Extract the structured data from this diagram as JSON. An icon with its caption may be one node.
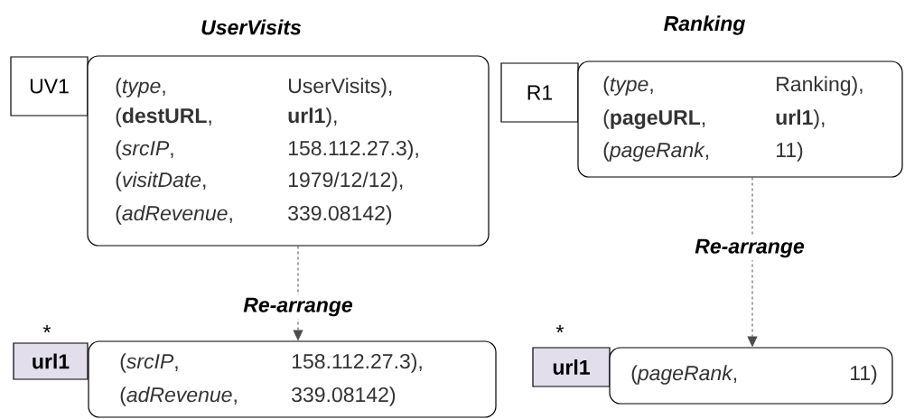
{
  "diagram": {
    "nodes": [
      {
        "text": [
          "UV1"
        ]
      },
      {
        "text": [
          "(*type*,",
          "UserVisits),",
          "(**destURL**,",
          "**url1**),",
          "(*srcIP*,",
          "158.112.27.3),",
          "(*visitDate*,",
          "1979/12/12),",
          "(*adRevenue*,",
          "339.08142)"
        ]
      },
      {
        "text": [
          "url1"
        ],
        "beside": [
          "*"
        ]
      },
      {
        "text": [
          "(*srcIP*,",
          "158.112.27.3),",
          "(*adRevenue*,",
          "339.08142)"
        ]
      },
      {
        "text": [
          "R1"
        ]
      },
      {
        "text": [
          "(*type*,",
          "Ranking),",
          "(**pageURL**,",
          "**url1**),",
          "(*pageRank*,",
          "11)"
        ]
      },
      {
        "text": [
          "url1"
        ],
        "beside": [
          "*"
        ]
      },
      {
        "text": [
          "(*pageRank*,",
          "11)"
        ]
      }
    ],
    "edges": [
      {
        "from": 1,
        "to": 3,
        "arrow": "to",
        "label": "Re-arrange",
        "style": "dashed"
      },
      {
        "from": 5,
        "to": 7,
        "arrow": "to",
        "label": "Re-arrange",
        "style": "dashed"
      }
    ],
    "labels": [
      "UserVisits",
      "Ranking"
    ]
  }
}
